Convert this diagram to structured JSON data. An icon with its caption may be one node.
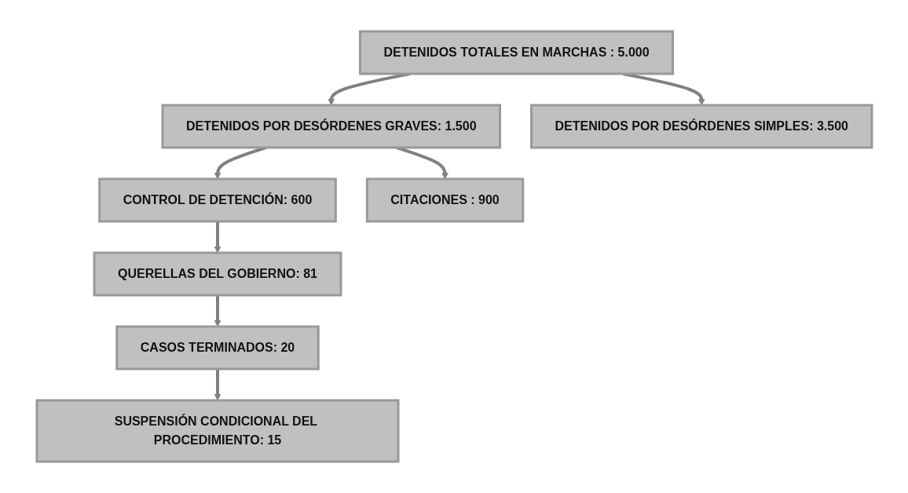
{
  "diagram": {
    "nodes": [
      {
        "text": [
          "DETENIDOS TOTALES EN MARCHAS : 5.000"
        ]
      },
      {
        "text": [
          "DETENIDOS POR DESÓRDENES GRAVES: 1.500"
        ]
      },
      {
        "text": [
          "DETENIDOS POR DESÓRDENES SIMPLES: 3.500"
        ]
      },
      {
        "text": [
          "CONTROL DE DETENCIÓN: 600"
        ]
      },
      {
        "text": [
          "CITACIONES : 900"
        ]
      },
      {
        "text": [
          "QUERELLAS DEL GOBIERNO: 81"
        ]
      },
      {
        "text": [
          "CASOS TERMINADOS: 20"
        ]
      },
      {
        "text": [
          "SUSPENSIÓN CONDICIONAL DEL PROCEDIMIENTO: 15"
        ]
      }
    ],
    "edges": [
      {
        "from": 0,
        "to": 1,
        "arrow": "to"
      },
      {
        "from": 0,
        "to": 2,
        "arrow": "to"
      },
      {
        "from": 1,
        "to": 3,
        "arrow": "to"
      },
      {
        "from": 1,
        "to": 4,
        "arrow": "to"
      },
      {
        "from": 3,
        "to": 5,
        "arrow": "to"
      },
      {
        "from": 5,
        "to": 6,
        "arrow": "to"
      },
      {
        "from": 6,
        "to": 7,
        "arrow": "to"
      }
    ]
  }
}
